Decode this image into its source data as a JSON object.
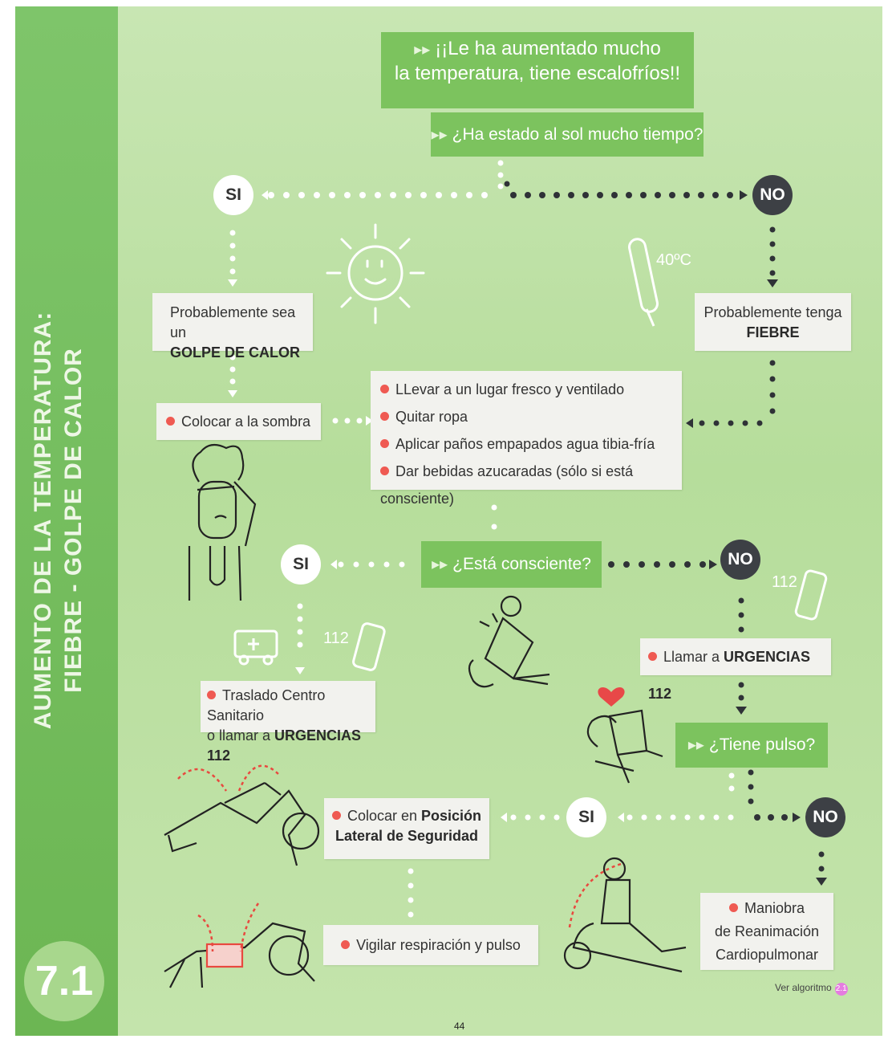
{
  "sidebar": {
    "title_line1": "AUMENTO DE LA TEMPERATURA:",
    "title_line2": "FIEBRE - GOLPE DE CALOR",
    "section_number": "7.1"
  },
  "header": {
    "line1": "¡¡Le ha aumentado mucho",
    "line2": "la temperatura, tiene escalofríos!!"
  },
  "q_sun": "¿Ha estado al sol mucho tiempo?",
  "yes_label": "SI",
  "no_label": "NO",
  "thermometer_label": "40ºC",
  "golpe_box": {
    "line1": "Probablemente sea un",
    "line2": "GOLPE DE CALOR"
  },
  "fiebre_box": {
    "line1": "Probablemente tenga",
    "line2": "FIEBRE"
  },
  "sombra_box": "Colocar a la sombra",
  "actions": [
    "LLevar a un lugar fresco y ventilado",
    "Quitar ropa",
    "Aplicar paños empapados agua tibia-fría",
    "Dar bebidas azucaradas (sólo si está consciente)"
  ],
  "q_consciente": "¿Está consciente?",
  "phone_number": "112",
  "traslado_box": {
    "line1": "Traslado Centro Sanitario",
    "line2_prefix": "o llamar a ",
    "line2_bold": "URGENCIAS 112"
  },
  "llamar_box": {
    "prefix": "Llamar a ",
    "bold": "URGENCIAS 112"
  },
  "q_pulso": "¿Tiene pulso?",
  "lateral_box": {
    "line1_prefix": "Colocar en ",
    "line1_bold": "Posición",
    "line2": "Lateral de Seguridad"
  },
  "vigilar_box": "Vigilar respiración y pulso",
  "rcp_box": {
    "line1": "Maniobra",
    "line2": "de Reanimación",
    "line3": "Cardiopulmonar"
  },
  "ver_algoritmo": {
    "label": "Ver algoritmo",
    "ref": "2.1"
  },
  "page_number": "44",
  "colors": {
    "green_banner": "#7cc35e",
    "background": "#c2e3aa",
    "no_circle": "#3d4045",
    "bullet": "#ef5a52"
  }
}
